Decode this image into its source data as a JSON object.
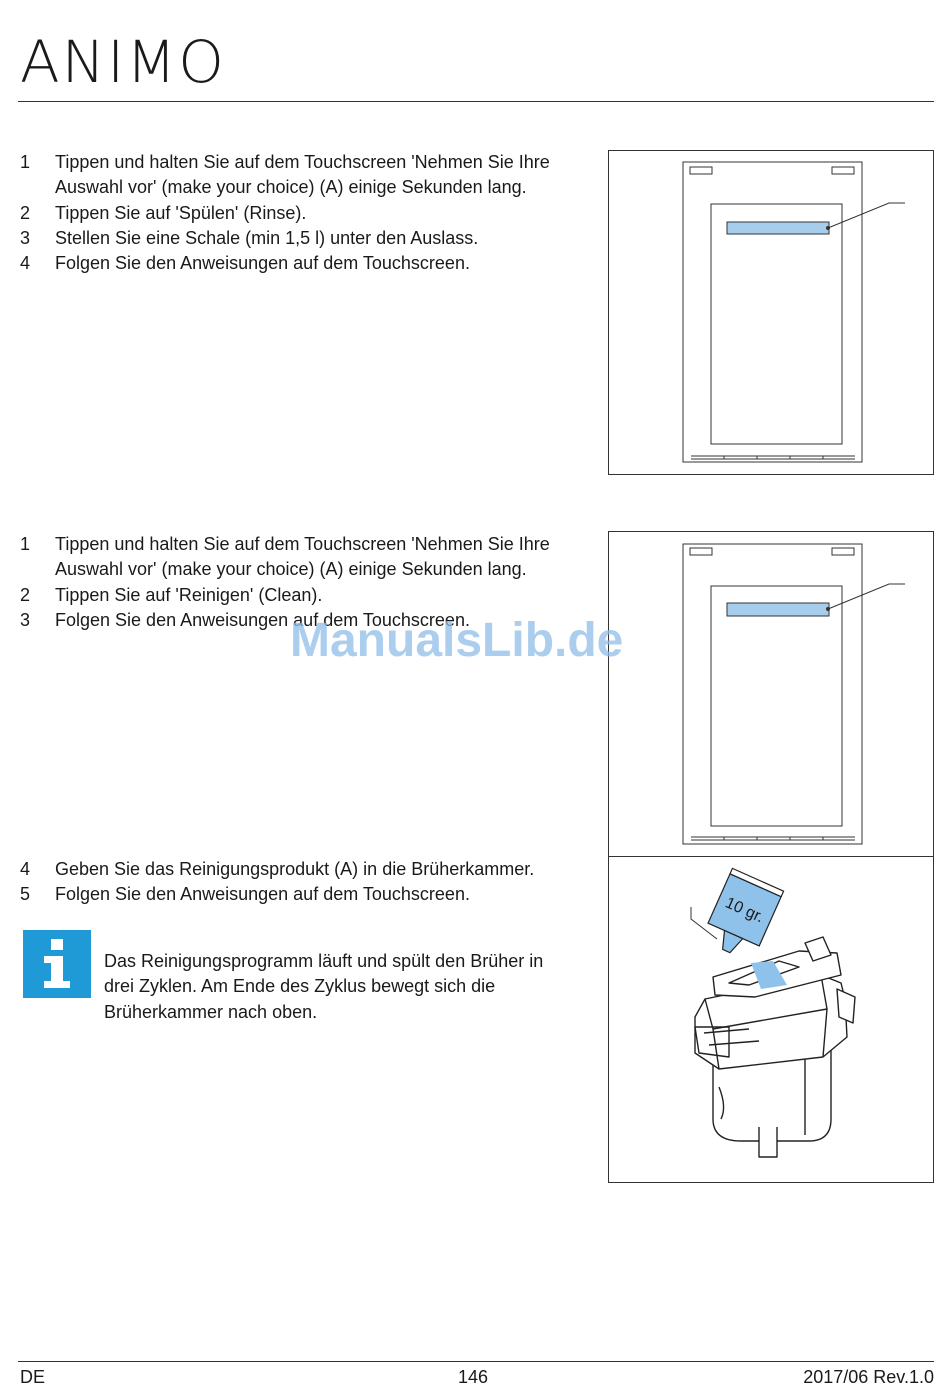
{
  "header": {
    "logo": "ANIMO"
  },
  "section1": {
    "steps": [
      {
        "num": "1",
        "text": "Tippen und halten Sie auf dem Touchscreen 'Nehmen Sie Ihre Auswahl vor' (make your choice) (A) einige Sekunden lang."
      },
      {
        "num": "2",
        "text": "Tippen Sie auf 'Spülen' (Rinse)."
      },
      {
        "num": "3",
        "text": "Stellen Sie eine Schale (min 1,5 l) unter den Auslass."
      },
      {
        "num": "4",
        "text": "Folgen Sie den Anweisungen auf dem Touchscreen."
      }
    ]
  },
  "section2": {
    "steps": [
      {
        "num": "1",
        "text": "Tippen und halten Sie auf dem Touchscreen 'Nehmen Sie Ihre Auswahl vor' (make your choice) (A) einige Sekunden lang."
      },
      {
        "num": "2",
        "text": "Tippen Sie auf 'Reinigen' (Clean)."
      },
      {
        "num": "3",
        "text": "Folgen Sie den Anweisungen auf dem Touchscreen."
      }
    ],
    "steps_b": [
      {
        "num": "4",
        "text": "Geben Sie das Reinigungsprodukt (A) in die Brüherkammer."
      },
      {
        "num": "5",
        "text": "Folgen Sie den Anweisungen auf dem Touchscreen."
      }
    ],
    "info": "Das Reinigungsprogramm läuft und spült den Brüher in drei Zyklen. Am Ende des Zyklus bewegt sich die Brüherkammer nach oben.",
    "packet_label": "10 gr."
  },
  "watermark": "ManualsLib.de",
  "colors": {
    "highlight": "#a6cdec",
    "info": "#1f9ad6",
    "packet": "#8fc2ea"
  },
  "icons": {
    "info": "info-icon"
  },
  "footer": {
    "language": "DE",
    "page": "146",
    "revision": "2017/06 Rev.1.0"
  }
}
